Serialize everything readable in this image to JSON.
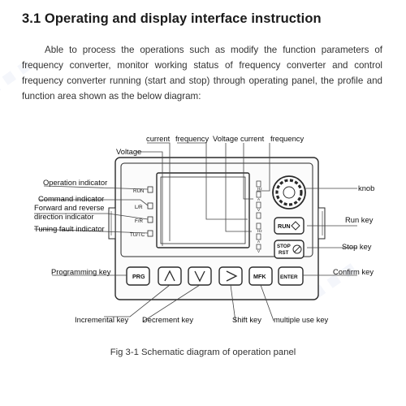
{
  "heading": "3.1 Operating and display interface instruction",
  "intro": "Able to process the operations such as modify the function parameters of frequency converter, monitor working status of frequency converter and control frequency converter running (start and stop) through operating panel, the profile and function area shown as the below diagram:",
  "caption": "Fig 3-1 Schematic diagram of operation panel",
  "top_labels": {
    "voltage_left": "Voltage",
    "current_left": "current",
    "frequency_left": "frequency",
    "voltage_right": "Voltage",
    "current_right": "current",
    "frequency_right": "frequency"
  },
  "left_labels": {
    "operation_indicator": "Operation indicator",
    "command_indicator": "Command indicator",
    "direction_line1": "Forward and reverse",
    "direction_line2": "direction indicator",
    "tuning_fault": "Tuning fault indicator",
    "programming_key": "Programming key"
  },
  "right_labels": {
    "knob": "knob",
    "run_key": "Run key",
    "stop_key": "Stop key",
    "confirm_key": "Confirm key"
  },
  "bottom_labels": {
    "incremental_key": "Incremental key",
    "decrement_key": "Decrement key",
    "shift_key": "Shift key",
    "multiple_use_key": "multiple use key"
  },
  "panel": {
    "indicators": [
      "RUN",
      "L/R",
      "F/R",
      "TU/TC"
    ],
    "unit_marks": [
      "Hz",
      "A",
      "V",
      "",
      "Hz",
      "A",
      "V"
    ],
    "run_button": "RUN",
    "stop_line1": "STOP",
    "stop_line2": "RST",
    "keys": {
      "prg": "PRG",
      "up": "▲",
      "down": "▼",
      "shift": "▶",
      "mfk": "MFK",
      "enter": "ENTER"
    }
  },
  "colors": {
    "text": "#1a1a1a",
    "panel_stroke": "#2a2a2a",
    "watermark": "#3c6ebe"
  }
}
